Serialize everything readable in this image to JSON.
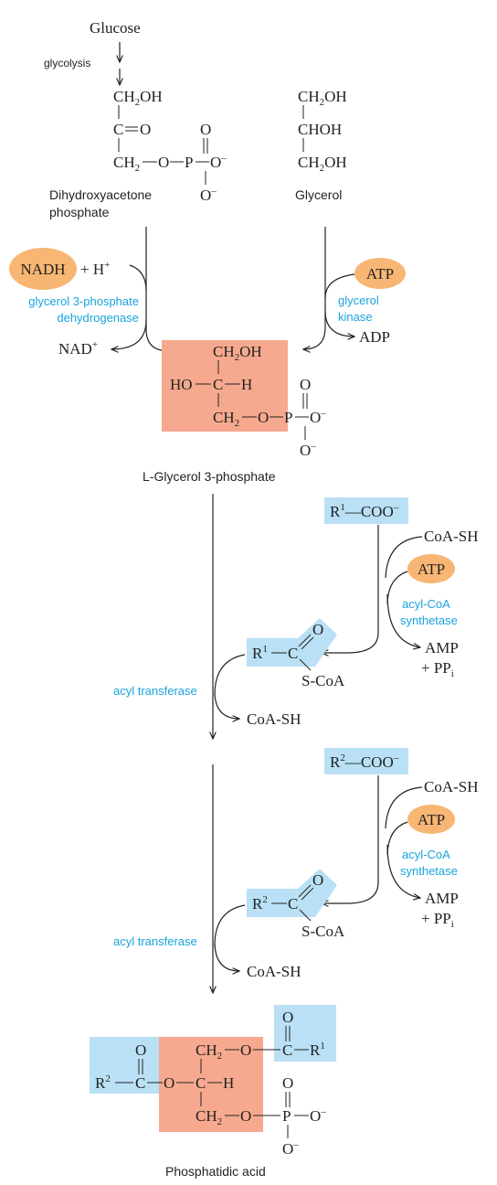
{
  "colors": {
    "salmon": "#f6a98e",
    "blue_box": "#b9e0f5",
    "orange_oval": "#f7b673",
    "enzyme_text": "#1aa3dc"
  },
  "top": {
    "glucose": "Glucose",
    "glycolysis": "glycolysis",
    "dhap_c1": "CH",
    "dhap_c1_sub": "2",
    "dhap_c1_end": "OH",
    "dhap_c2": "C",
    "dhap_c2_eq": "O",
    "dhap_c3": "CH",
    "dhap_c3_sub": "2",
    "dhap_c3_mid": "O",
    "dhap_p": "P",
    "dhap_om": "O",
    "dhap_minus": "–",
    "dhap_o_top": "O",
    "dhap_o_bot": "O",
    "dhap_o_bot_minus": "–",
    "dhap_name_1": "Dihydroxyacetone",
    "dhap_name_2": "phosphate",
    "gly_c1": "CH",
    "gly_c1_sub": "2",
    "gly_c1_end": "OH",
    "gly_c2": "CHOH",
    "gly_c3": "CH",
    "gly_c3_sub": "2",
    "gly_c3_end": "OH",
    "gly_name": "Glycerol"
  },
  "left_branch": {
    "nadh": "NADH",
    "plus_h": "+ H",
    "plus_h_sup": "+",
    "enzyme_1": "glycerol 3-phosphate",
    "enzyme_2": "dehydrogenase",
    "nad": "NAD",
    "nad_sup": "+"
  },
  "right_branch": {
    "atp": "ATP",
    "enzyme_1": "glycerol",
    "enzyme_2": "kinase",
    "adp": "ADP"
  },
  "g3p": {
    "c1": "CH",
    "c1_sub": "2",
    "c1_end": "OH",
    "ho": "HO",
    "c2": "C",
    "h": "H",
    "c3": "CH",
    "c3_sub": "2",
    "o": "O",
    "p": "P",
    "om": "O",
    "minus": "–",
    "o_top": "O",
    "o_bot": "O",
    "o_bot_minus": "–",
    "name": "L-Glycerol 3-phosphate"
  },
  "acyl1": {
    "acid_r": "R",
    "acid_sup": "1",
    "acid_coo": "COO",
    "acid_minus": "–",
    "coash_in": "CoA-SH",
    "atp": "ATP",
    "enzyme_1": "acyl-CoA",
    "enzyme_2": "synthetase",
    "amp": "AMP",
    "ppi": "+ PP",
    "ppi_sub": "i",
    "thio_r": "R",
    "thio_sup": "1",
    "thio_c": "C",
    "thio_o": "O",
    "thio_scoa": "S-CoA",
    "transferase": "acyl transferase",
    "coash_out": "CoA-SH"
  },
  "acyl2": {
    "acid_r": "R",
    "acid_sup": "2",
    "acid_coo": "COO",
    "acid_minus": "–",
    "coash_in": "CoA-SH",
    "atp": "ATP",
    "enzyme_1": "acyl-CoA",
    "enzyme_2": "synthetase",
    "amp": "AMP",
    "ppi": "+ PP",
    "ppi_sub": "i",
    "thio_r": "R",
    "thio_sup": "2",
    "thio_c": "C",
    "thio_o": "O",
    "thio_scoa": "S-CoA",
    "transferase": "acyl transferase",
    "coash_out": "CoA-SH"
  },
  "pa": {
    "r2": "R",
    "r2_sup": "2",
    "c_left": "C",
    "o_left_top": "O",
    "o_ester": "O",
    "c1": "CH",
    "c1_sub": "2",
    "c1_o": "O",
    "c1_c": "C",
    "r1": "R",
    "r1_sup": "1",
    "o_right_top": "O",
    "c2": "C",
    "h": "H",
    "c3": "CH",
    "c3_sub": "2",
    "c3_o": "O",
    "p": "P",
    "om": "O",
    "minus": "–",
    "o_p_top": "O",
    "o_p_bot": "O",
    "o_p_bot_minus": "–",
    "name": "Phosphatidic acid"
  }
}
